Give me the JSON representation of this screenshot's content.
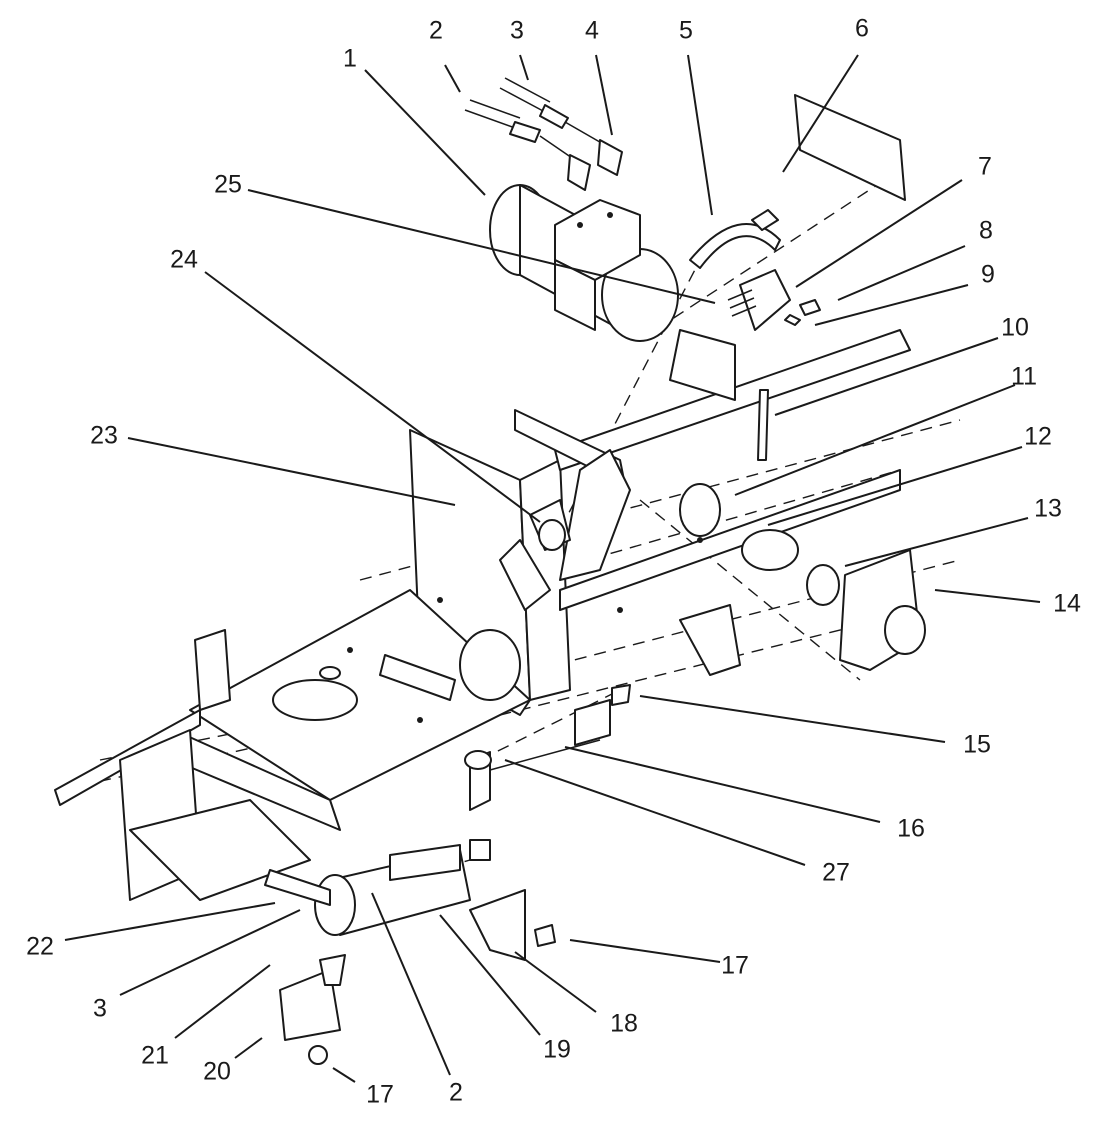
{
  "diagram": {
    "callouts": [
      {
        "id": "c1",
        "label": "1"
      },
      {
        "id": "c2a",
        "label": "2"
      },
      {
        "id": "c3a",
        "label": "3"
      },
      {
        "id": "c4",
        "label": "4"
      },
      {
        "id": "c5",
        "label": "5"
      },
      {
        "id": "c6",
        "label": "6"
      },
      {
        "id": "c7",
        "label": "7"
      },
      {
        "id": "c8",
        "label": "8"
      },
      {
        "id": "c9",
        "label": "9"
      },
      {
        "id": "c10",
        "label": "10"
      },
      {
        "id": "c11",
        "label": "11"
      },
      {
        "id": "c12",
        "label": "12"
      },
      {
        "id": "c13",
        "label": "13"
      },
      {
        "id": "c14",
        "label": "14"
      },
      {
        "id": "c15",
        "label": "15"
      },
      {
        "id": "c16",
        "label": "16"
      },
      {
        "id": "c17a",
        "label": "17"
      },
      {
        "id": "c18",
        "label": "18"
      },
      {
        "id": "c19",
        "label": "19"
      },
      {
        "id": "c2b",
        "label": "2"
      },
      {
        "id": "c17b",
        "label": "17"
      },
      {
        "id": "c20",
        "label": "20"
      },
      {
        "id": "c21",
        "label": "21"
      },
      {
        "id": "c3b",
        "label": "3"
      },
      {
        "id": "c22",
        "label": "22"
      },
      {
        "id": "c23",
        "label": "23"
      },
      {
        "id": "c24",
        "label": "24"
      },
      {
        "id": "c25",
        "label": "25"
      },
      {
        "id": "c27",
        "label": "27"
      }
    ]
  }
}
